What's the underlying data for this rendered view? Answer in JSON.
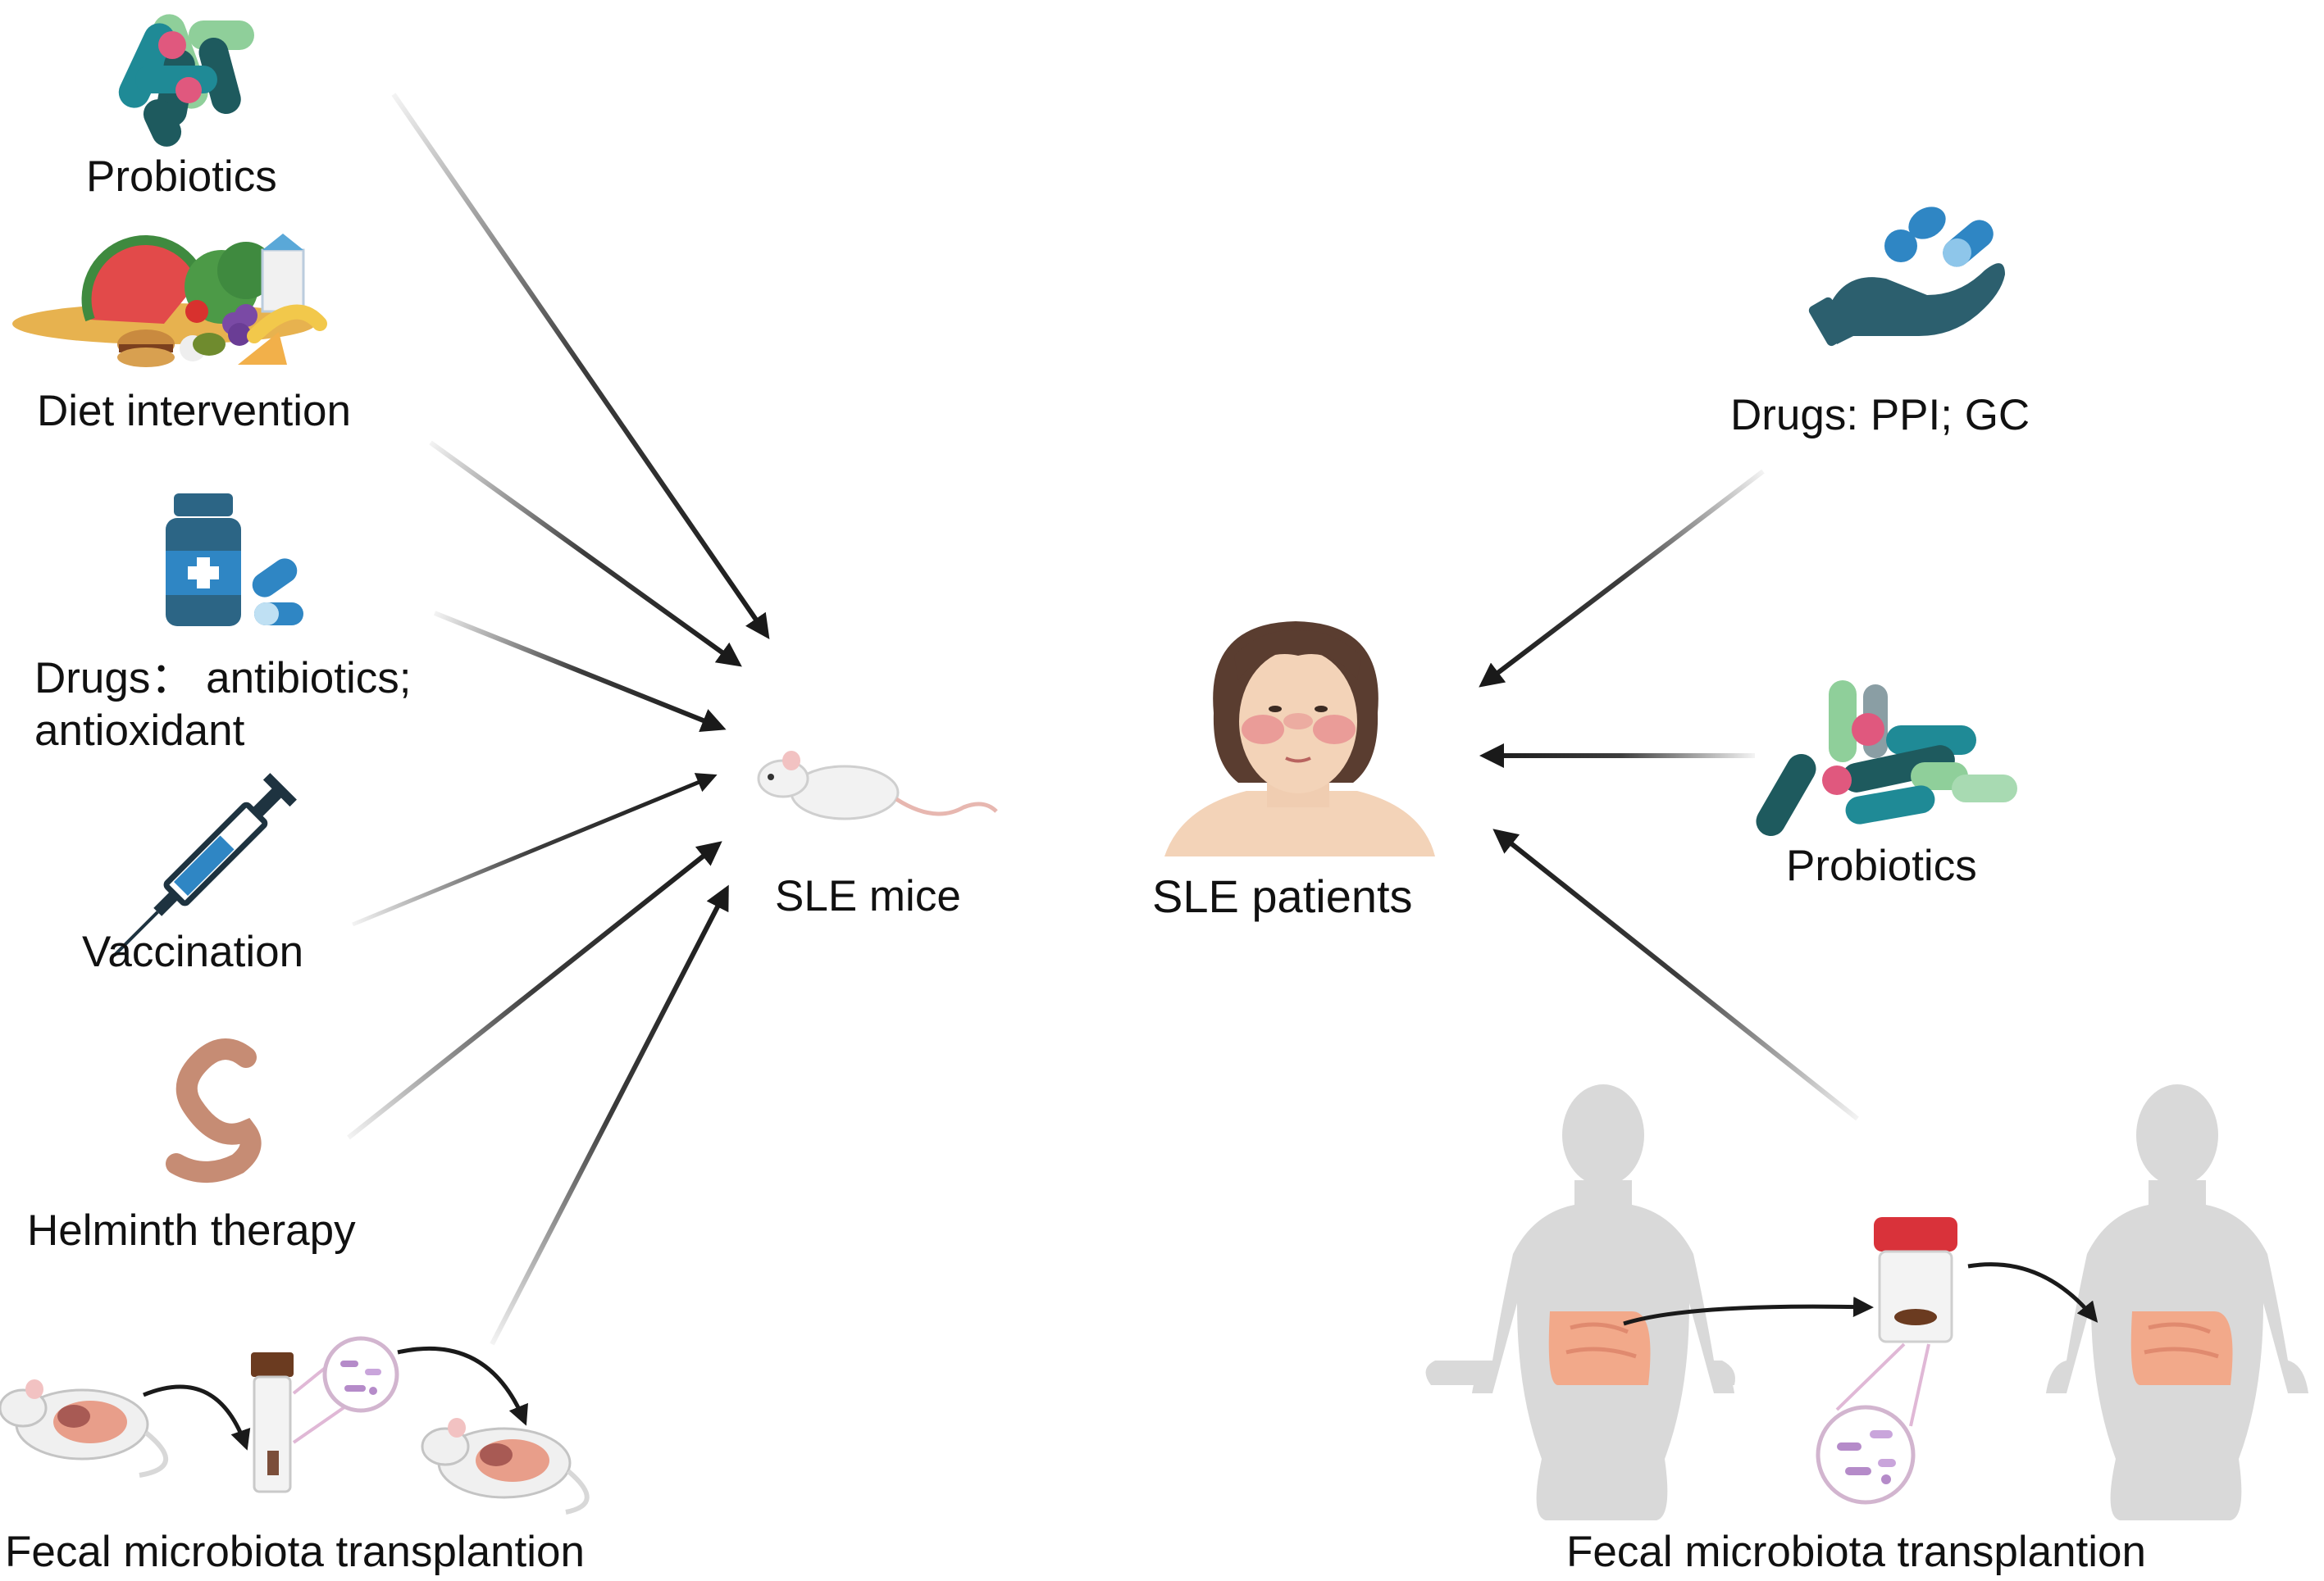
{
  "left_interventions": {
    "probiotics": "Probiotics",
    "diet": "Diet intervention",
    "drugs_line1": "Drugs： antibiotics;",
    "drugs_line2": "antioxidant",
    "vaccination": "Vaccination",
    "helminth": "Helminth therapy",
    "fmt": "Fecal microbiota transplantion"
  },
  "center": {
    "mice": "SLE mice",
    "patients": "SLE patients"
  },
  "right_interventions": {
    "drugs": "Drugs: PPI; GC",
    "probiotics": "Probiotics",
    "fmt": "Fecal microbiota transplantion"
  },
  "colors": {
    "arrow": "#1a1a1a",
    "pill_teal": "#1f8a96",
    "pill_dark": "#1e5a5e",
    "pill_green": "#8fcf9a",
    "pill_pink": "#e0587e",
    "drug_blue": "#2f86c4",
    "hand_dark": "#2c5f6e",
    "skin": "#f3d3b8",
    "hair": "#5a3d30",
    "rash": "#e6858a",
    "silhouette": "#d9d9d9",
    "intestine": "#f2a98a",
    "worm": "#c68c74",
    "jar_lid": "#d9323a",
    "microbe_purple": "#b58bc9"
  },
  "icons": [
    "probiotic-capsules-icon",
    "food-icon",
    "medicine-bottle-icon",
    "syringe-icon",
    "worm-icon",
    "mouse-icon",
    "patient-face-icon",
    "hand-pills-icon",
    "human-silhouette-icon",
    "stool-jar-icon",
    "microscope-circle-icon",
    "test-tube-icon"
  ]
}
